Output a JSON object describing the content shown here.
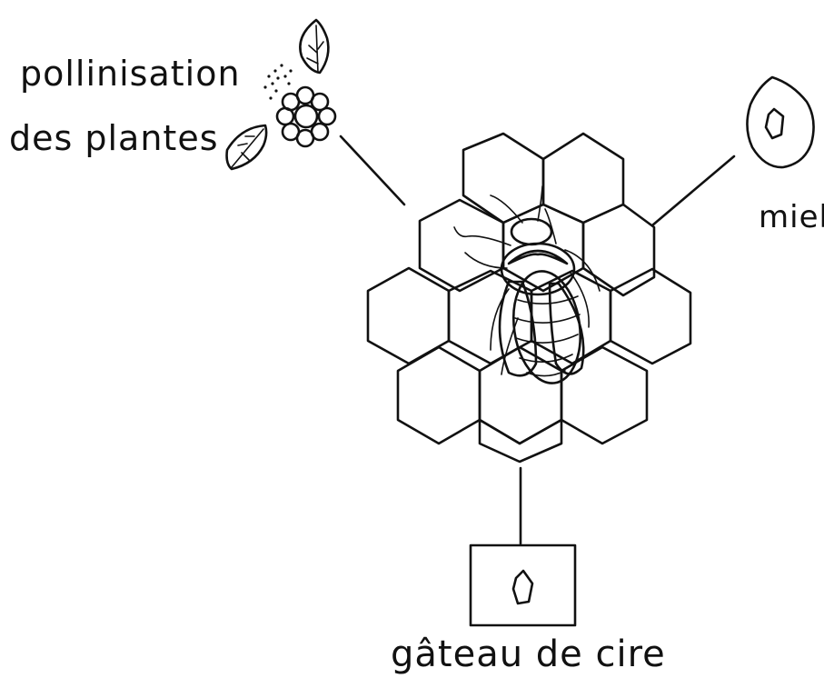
{
  "labels": {
    "pollination_line1": "pollinisation",
    "pollination_line2": "des plantes",
    "honey": "miel",
    "wax": "gâteau de cire"
  },
  "icons": {
    "center": "honeycomb-with-bee-icon",
    "top_left": "flower-with-leaves-icon",
    "right": "honey-drop-icon",
    "bottom": "wax-cake-icon"
  },
  "colors": {
    "ink": "#111111",
    "background": "#ffffff"
  }
}
